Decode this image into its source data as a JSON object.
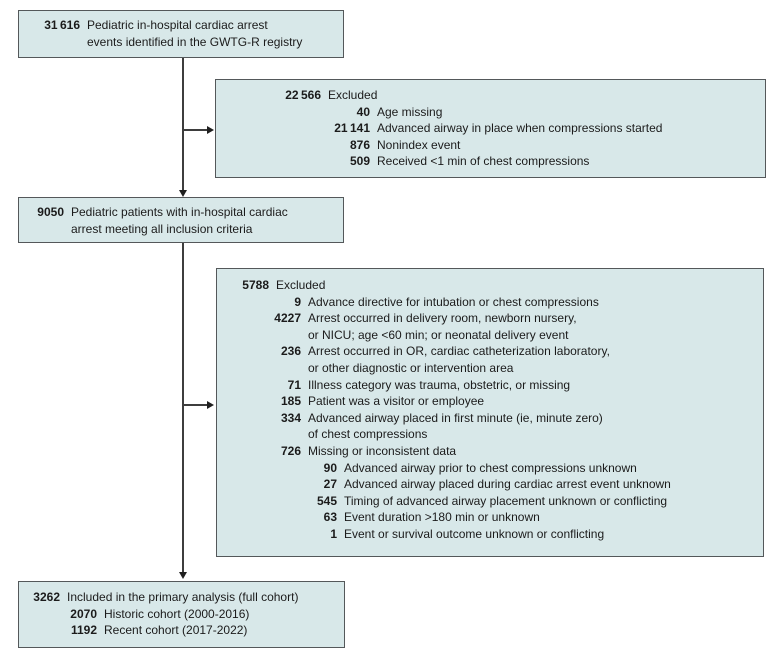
{
  "diagram": {
    "type": "patient-flow-diagram",
    "colors": {
      "box_fill": "#d8e8e9",
      "box_border": "#54585a",
      "connector_line": "#3d3d3d",
      "arrowhead": "#1f1f1f",
      "text": "#1b1b1b",
      "background": "#ffffff"
    },
    "boxes": {
      "registry": {
        "rows": [
          {
            "level": 0,
            "num": "31 616",
            "text": "Pediatric in-hospital cardiac arrest"
          },
          {
            "level": 0,
            "num": "",
            "text": "events identified in the GWTG-R registry"
          }
        ]
      },
      "excluded1": {
        "rows": [
          {
            "level": 0,
            "num": "22 566",
            "text": "Excluded"
          },
          {
            "level": 1,
            "num": "40",
            "text": "Age missing"
          },
          {
            "level": 1,
            "num": "21 141",
            "text": "Advanced airway in place when compressions started"
          },
          {
            "level": 1,
            "num": "876",
            "text": "Nonindex event"
          },
          {
            "level": 1,
            "num": "509",
            "text": "Received <1 min of chest compressions"
          }
        ]
      },
      "inclusion": {
        "rows": [
          {
            "level": 0,
            "num": "9050",
            "text": "Pediatric patients with in-hospital cardiac"
          },
          {
            "level": 0,
            "num": "",
            "text": "arrest meeting all inclusion criteria"
          }
        ]
      },
      "excluded2": {
        "rows": [
          {
            "level": 0,
            "num": "5788",
            "text": "Excluded"
          },
          {
            "level": 1,
            "num": "9",
            "text": "Advance directive for intubation or chest compressions"
          },
          {
            "level": 1,
            "num": "4227",
            "text": "Arrest occurred in delivery room, newborn nursery,"
          },
          {
            "level": 1,
            "num": "",
            "text": "or NICU; age <60 min; or neonatal delivery event"
          },
          {
            "level": 1,
            "num": "236",
            "text": "Arrest occurred in OR, cardiac catheterization laboratory,"
          },
          {
            "level": 1,
            "num": "",
            "text": "or other diagnostic or intervention area"
          },
          {
            "level": 1,
            "num": "71",
            "text": "Illness category was trauma, obstetric, or missing"
          },
          {
            "level": 1,
            "num": "185",
            "text": "Patient was a visitor or employee"
          },
          {
            "level": 1,
            "num": "334",
            "text": "Advanced airway placed in first minute (ie, minute zero)"
          },
          {
            "level": 1,
            "num": "",
            "text": "of chest compressions"
          },
          {
            "level": 1,
            "num": "726",
            "text": "Missing or inconsistent data"
          },
          {
            "level": 2,
            "num": "90",
            "text": "Advanced airway prior to chest compressions unknown"
          },
          {
            "level": 2,
            "num": "27",
            "text": "Advanced airway placed during cardiac arrest event unknown"
          },
          {
            "level": 2,
            "num": "545",
            "text": "Timing of advanced airway placement unknown or conflicting"
          },
          {
            "level": 2,
            "num": "63",
            "text": "Event duration >180 min or unknown"
          },
          {
            "level": 2,
            "num": "1",
            "text": "Event or survival outcome unknown or conflicting"
          }
        ]
      },
      "analysis": {
        "rows": [
          {
            "level": 0,
            "num": "3262",
            "text": "Included in the primary analysis (full cohort)"
          },
          {
            "level": 1,
            "num": "2070",
            "text": "Historic cohort (2000-2016)"
          },
          {
            "level": 1,
            "num": "1192",
            "text": "Recent cohort (2017-2022)"
          }
        ]
      }
    }
  }
}
